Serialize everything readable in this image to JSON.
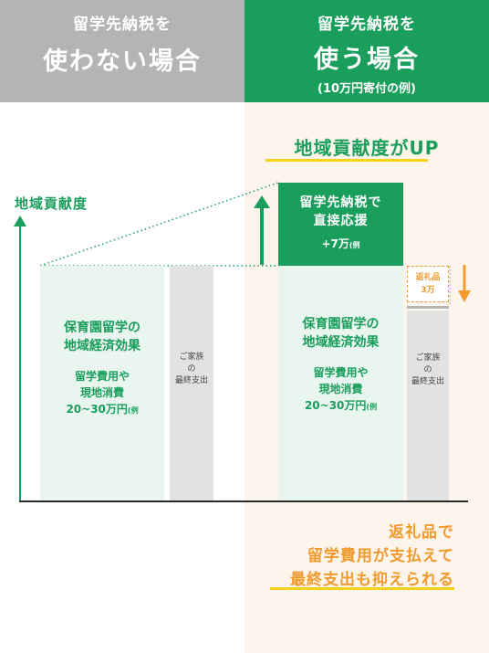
{
  "header_left": {
    "line1": "留学先納税を",
    "line2": "使わない場合"
  },
  "header_right": {
    "line1": "留学先納税を",
    "line2": "使う場合",
    "note": "(10万円寄付の例)"
  },
  "headline": "地域貢献度がUP",
  "y_axis_label": "地域貢献度",
  "left_bar": {
    "title_line1": "保育園留学の",
    "title_line2": "地域経済効果",
    "sub_line1": "留学費用や",
    "sub_line2": "現地消費",
    "amount": "20~30万円",
    "amount_note": "(例"
  },
  "left_gray": {
    "line1": "ご家族",
    "line2": "の",
    "line3": "最終支出"
  },
  "support_box": {
    "line1": "留学先納税で",
    "line2": "直接応援",
    "amount": "+7万",
    "amount_note": "(例"
  },
  "right_bar": {
    "title_line1": "保育園留学の",
    "title_line2": "地域経済効果",
    "sub_line1": "留学費用や",
    "sub_line2": "現地消費",
    "amount": "20~30万円",
    "amount_note": "(例"
  },
  "gift_box": {
    "line1": "返礼品",
    "line2": "3万"
  },
  "right_gray": {
    "line1": "ご家族",
    "line2": "の",
    "line3": "最終支出"
  },
  "conclusion": {
    "line1": "返礼品で",
    "line2": "留学費用が支払えて",
    "line3": "最終支出も抑えられる"
  },
  "colors": {
    "green": "#1a9e5c",
    "orange": "#f29a2e",
    "gray": "#b4b4b4",
    "yellow": "#f5d21a",
    "cream": "#fdf5ec"
  }
}
